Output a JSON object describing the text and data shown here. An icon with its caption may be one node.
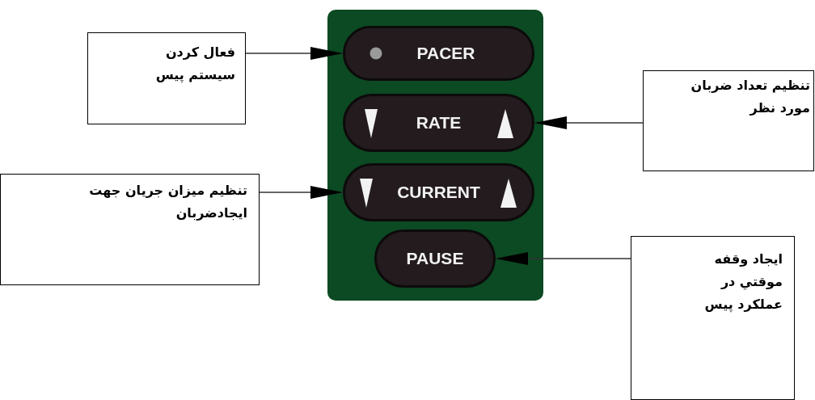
{
  "diagram": {
    "nodes": [
      {
        "text": [],
        "shape": "box"
      },
      {
        "text": [
          "PACER"
        ],
        "in": 0
      },
      {
        "text": [
          "RATE"
        ],
        "in": 0
      },
      {
        "text": [
          "CURRENT"
        ],
        "in": 0
      },
      {
        "text": [
          "PAUSE"
        ],
        "in": 0
      },
      {
        "text": [
          "فعال کردن سیستم پیس"
        ]
      },
      {
        "text": [
          "تنظیم تعداد ضربان مورد نظر"
        ]
      },
      {
        "text": [
          "تنظیم میزان جریان جهت ایجادضربان"
        ]
      },
      {
        "text": [
          "ایجاد وقفه موقتي در عملکرد پیس"
        ]
      }
    ],
    "edges": [
      {
        "from": 5,
        "to": 1,
        "arrow": "to"
      },
      {
        "from": 6,
        "to": 2,
        "arrow": "to"
      },
      {
        "from": 7,
        "to": 3,
        "arrow": "to"
      },
      {
        "from": 8,
        "to": 4,
        "arrow": "to"
      }
    ]
  }
}
